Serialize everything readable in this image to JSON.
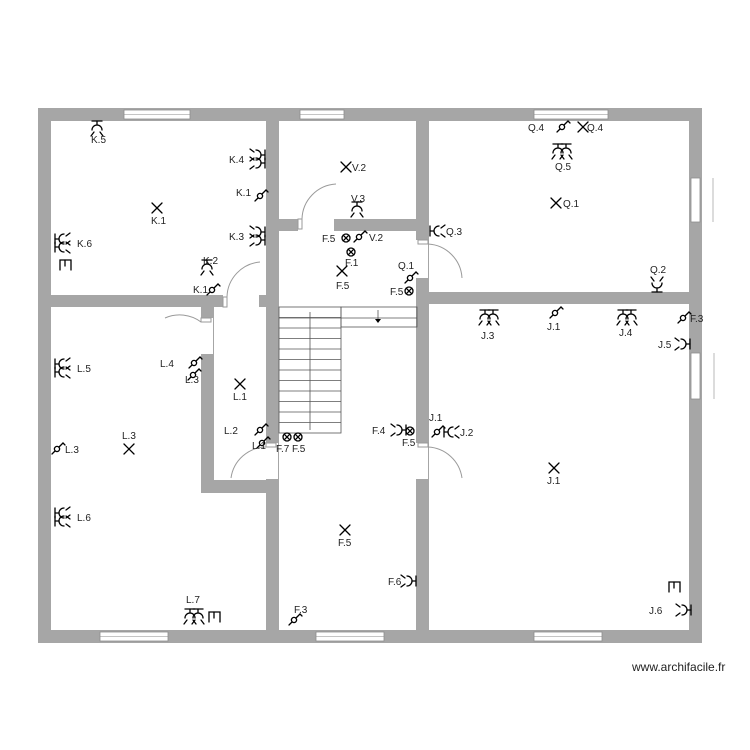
{
  "plan": {
    "colors": {
      "wall": "#a6a6a6",
      "window": "#ffffff",
      "text": "#222222",
      "symbol": "#000000",
      "background": "#ffffff"
    },
    "watermark": "www.archifacile.fr",
    "symbols": [
      {
        "type": "socket",
        "label": "K.5"
      },
      {
        "type": "socket-double",
        "label": "K.4"
      },
      {
        "type": "switch",
        "label": "K.1"
      },
      {
        "type": "light",
        "label": "K.1"
      },
      {
        "type": "socket-double",
        "label": "K.3"
      },
      {
        "type": "socket-double",
        "label": "K.6"
      },
      {
        "type": "radiator",
        "label": ""
      },
      {
        "type": "socket",
        "label": "K.2"
      },
      {
        "type": "switch",
        "label": "K.1"
      },
      {
        "type": "light",
        "label": "V.2"
      },
      {
        "type": "socket",
        "label": "V.3"
      },
      {
        "type": "vmc",
        "label": "F.5"
      },
      {
        "type": "switch",
        "label": "V.2"
      },
      {
        "type": "vmc",
        "label": "F.1"
      },
      {
        "type": "light",
        "label": "F.5"
      },
      {
        "type": "switch",
        "label": "Q.1"
      },
      {
        "type": "vmc",
        "label": "F.5"
      },
      {
        "type": "socket",
        "label": "Q.3"
      },
      {
        "type": "switch",
        "label": "Q.4"
      },
      {
        "type": "light",
        "label": "Q.4"
      },
      {
        "type": "socket-double",
        "label": "Q.5"
      },
      {
        "type": "light",
        "label": "Q.1"
      },
      {
        "type": "socket",
        "label": "Q.2"
      },
      {
        "type": "socket-double",
        "label": "J.3"
      },
      {
        "type": "switch",
        "label": "J.1"
      },
      {
        "type": "socket-double",
        "label": "J.4"
      },
      {
        "type": "switch",
        "label": "F.3"
      },
      {
        "type": "socket",
        "label": "J.5"
      },
      {
        "type": "socket-double",
        "label": "L.5"
      },
      {
        "type": "switch",
        "label": "L.4"
      },
      {
        "type": "switch",
        "label": "L.3"
      },
      {
        "type": "light",
        "label": "L.1"
      },
      {
        "type": "switch",
        "label": "L.3"
      },
      {
        "type": "light",
        "label": "L.3"
      },
      {
        "type": "switch",
        "label": "L.2"
      },
      {
        "type": "switch",
        "label": "L.1"
      },
      {
        "type": "vmc",
        "label": "F.7"
      },
      {
        "type": "vmc",
        "label": "F.5"
      },
      {
        "type": "socket",
        "label": "F.4"
      },
      {
        "type": "vmc",
        "label": "F.5"
      },
      {
        "type": "switch",
        "label": "J.1"
      },
      {
        "type": "socket",
        "label": "J.2"
      },
      {
        "type": "light",
        "label": "J.1"
      },
      {
        "type": "socket-double",
        "label": "L.6"
      },
      {
        "type": "light",
        "label": "F.5"
      },
      {
        "type": "socket",
        "label": "F.6"
      },
      {
        "type": "socket-double",
        "label": "L.7"
      },
      {
        "type": "radiator",
        "label": ""
      },
      {
        "type": "switch",
        "label": "F.3"
      },
      {
        "type": "radiator",
        "label": ""
      },
      {
        "type": "socket",
        "label": "J.6"
      }
    ]
  }
}
